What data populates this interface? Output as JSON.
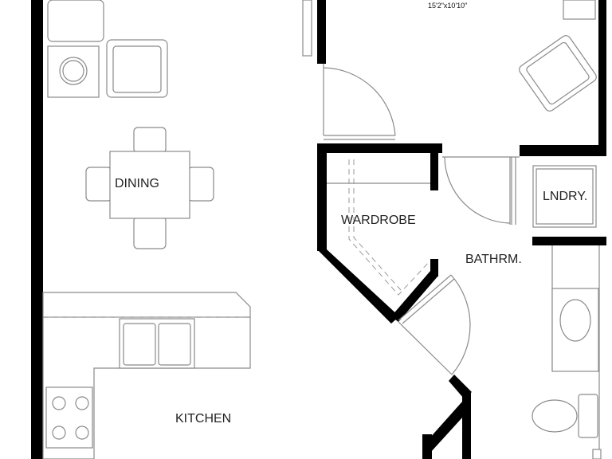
{
  "rooms": {
    "dining": "DINING",
    "wardrobe": "WARDROBE",
    "laundry": "LNDRY.",
    "bathroom": "BATHRM.",
    "kitchen": "KITCHEN"
  },
  "dimension": "15'2\"x10'10\""
}
